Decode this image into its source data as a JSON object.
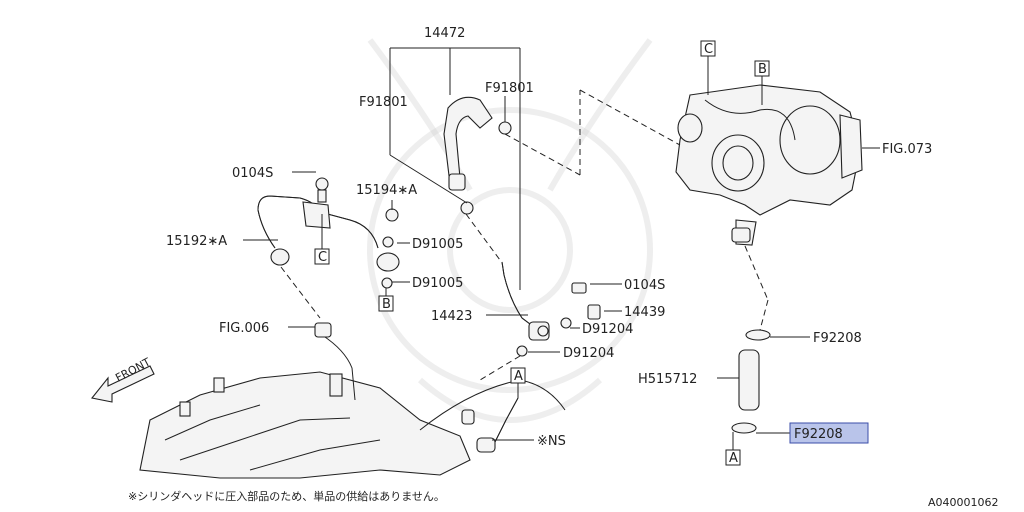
{
  "labels": {
    "p14472": "14472",
    "f91801_left": "F91801",
    "f91801_right": "F91801",
    "box_c_top": "C",
    "box_b_top": "B",
    "fig073": "FIG.073",
    "p0104s_left": "0104S",
    "p15194a": "15194∗A",
    "p15192a": "15192∗A",
    "d91005_a": "D91005",
    "d91005_b": "D91005",
    "box_c_mid": "C",
    "box_b_mid": "B",
    "p0104s_right": "0104S",
    "p14439": "14439",
    "p14423": "14423",
    "d91204_a": "D91204",
    "d91204_b": "D91204",
    "fig006": "FIG.006",
    "f92208_a": "F92208",
    "h515712": "H515712",
    "f92208_b": "F92208",
    "box_a_mid": "A",
    "box_a_bottom": "A",
    "ns": "※NS",
    "front": "FRONT",
    "footnote": "※シリンダヘッドに圧入部品のため、単品の供給はありません。",
    "diagram_id": "A040001062"
  },
  "highlight_color": "#b9c4ea"
}
